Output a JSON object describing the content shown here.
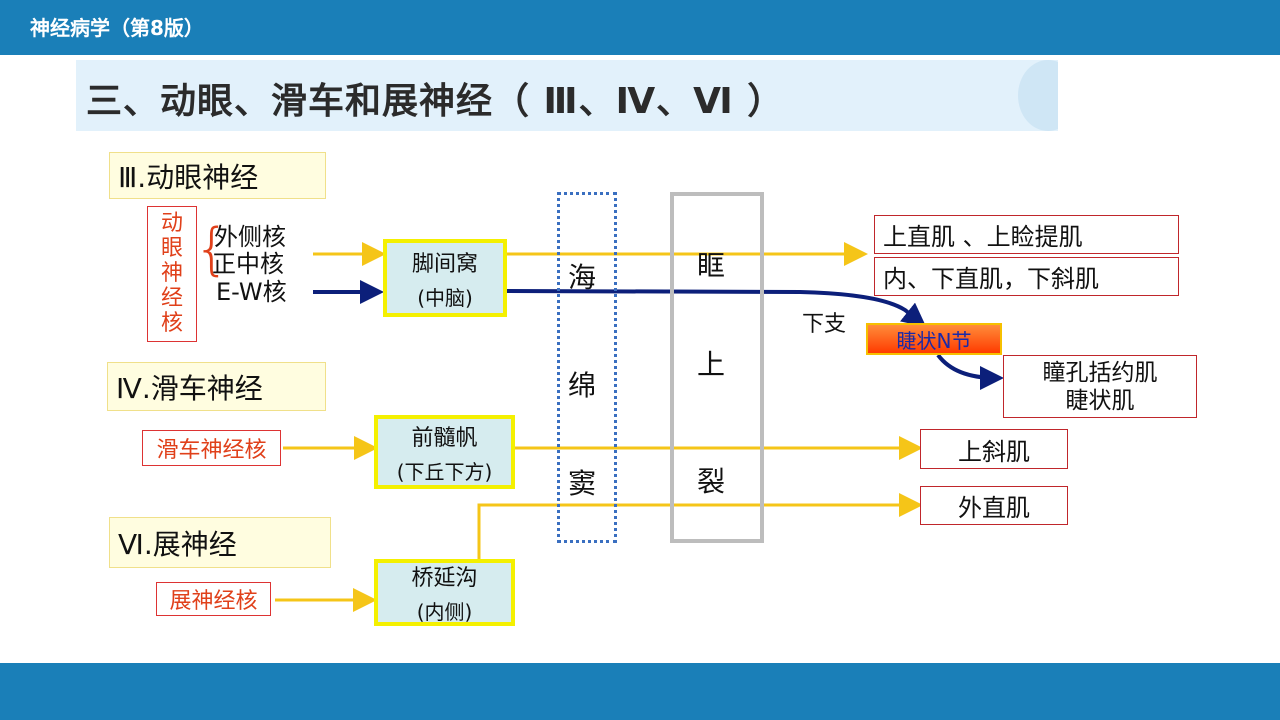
{
  "header": {
    "book_title": "神经病学（第8版）"
  },
  "slide": {
    "title": "三、动眼、滑车和展神经（ Ⅲ、Ⅳ、Ⅵ ）"
  },
  "oculomotor": {
    "label": "Ⅲ.动眼神经",
    "nucleus_chars": [
      "动",
      "眼",
      "神",
      "经",
      "核"
    ],
    "subnuclei": [
      "外侧核",
      "正中核",
      "E-W核"
    ],
    "exit_line1": "脚间窝",
    "exit_line2": "(中脑)"
  },
  "trochlear": {
    "label": "Ⅳ.滑车神经",
    "nucleus": "滑车神经核",
    "exit_line1": "前髓帆",
    "exit_line2": "(下丘下方)"
  },
  "abducens": {
    "label": "Ⅵ.展神经",
    "nucleus": "展神经核",
    "exit_line1": "桥延沟",
    "exit_line2": "(内侧)"
  },
  "cavernous_sinus": {
    "chars": [
      "海",
      "绵",
      "窦"
    ]
  },
  "orbital_fissure": {
    "chars": [
      "眶",
      "上",
      "裂"
    ]
  },
  "targets": {
    "superior": "上直肌 、上睑提肌",
    "inferior": "内、下直肌，下斜肌",
    "branch_label": "下支",
    "ganglion": "睫状N节",
    "pupil_line1": "瞳孔括约肌",
    "pupil_line2": "睫状肌",
    "superior_oblique": "上斜肌",
    "lateral_rectus": "外直肌"
  },
  "colors": {
    "accent_bar": "#1a7fb8",
    "somatic_arrow": "#f5c518",
    "parasympathetic_arrow": "#0c1f7a",
    "nucleus_text": "#e0401a"
  }
}
